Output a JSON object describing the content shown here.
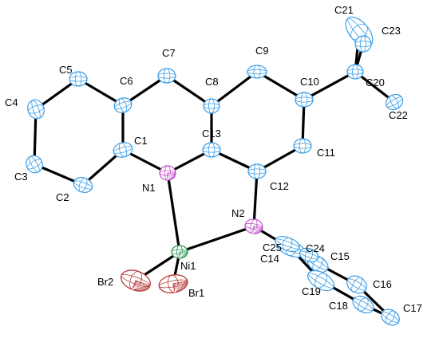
{
  "atoms": [
    {
      "id": "C1",
      "label": "C1",
      "element": "C"
    },
    {
      "id": "C2",
      "label": "C2",
      "element": "C"
    },
    {
      "id": "C3",
      "label": "C3",
      "element": "C"
    },
    {
      "id": "C4",
      "label": "C4",
      "element": "C"
    },
    {
      "id": "C5",
      "label": "C5",
      "element": "C"
    },
    {
      "id": "C6",
      "label": "C6",
      "element": "C"
    },
    {
      "id": "C7",
      "label": "C7",
      "element": "C"
    },
    {
      "id": "C8",
      "label": "C8",
      "element": "C"
    },
    {
      "id": "C9",
      "label": "C9",
      "element": "C"
    },
    {
      "id": "C10",
      "label": "C10",
      "element": "C"
    },
    {
      "id": "C11",
      "label": "C11",
      "element": "C"
    },
    {
      "id": "C12",
      "label": "C12",
      "element": "C"
    },
    {
      "id": "C13",
      "label": "C13",
      "element": "C"
    },
    {
      "id": "N1",
      "label": "N1",
      "element": "N"
    },
    {
      "id": "N2",
      "label": "N2",
      "element": "N"
    },
    {
      "id": "C20",
      "label": "C20",
      "element": "C"
    },
    {
      "id": "C21",
      "label": "C21",
      "element": "C"
    },
    {
      "id": "C22",
      "label": "C22",
      "element": "C"
    },
    {
      "id": "C23",
      "label": "C23",
      "element": "C"
    },
    {
      "id": "Ni1",
      "label": "Ni1",
      "element": "Ni"
    },
    {
      "id": "Br1",
      "label": "Br1",
      "element": "Br"
    },
    {
      "id": "Br2",
      "label": "Br2",
      "element": "Br"
    },
    {
      "id": "C14",
      "label": "C14",
      "element": "C"
    },
    {
      "id": "C15",
      "label": "C15",
      "element": "C"
    },
    {
      "id": "C16",
      "label": "C16",
      "element": "C"
    },
    {
      "id": "C17",
      "label": "C17",
      "element": "C"
    },
    {
      "id": "C18",
      "label": "C18",
      "element": "C"
    },
    {
      "id": "C19",
      "label": "C19",
      "element": "C"
    },
    {
      "id": "C24",
      "label": "C24",
      "element": "C"
    },
    {
      "id": "C25",
      "label": "C25",
      "element": "C"
    }
  ],
  "bonds": [
    [
      "C1",
      "C2"
    ],
    [
      "C2",
      "C3"
    ],
    [
      "C3",
      "C4"
    ],
    [
      "C4",
      "C5"
    ],
    [
      "C5",
      "C6"
    ],
    [
      "C6",
      "C1"
    ],
    [
      "C6",
      "C7"
    ],
    [
      "C7",
      "C8"
    ],
    [
      "C8",
      "C13"
    ],
    [
      "C13",
      "N1"
    ],
    [
      "N1",
      "C1"
    ],
    [
      "C8",
      "C9"
    ],
    [
      "C9",
      "C10"
    ],
    [
      "C10",
      "C11"
    ],
    [
      "C11",
      "C12"
    ],
    [
      "C12",
      "C13"
    ],
    [
      "C10",
      "C20"
    ],
    [
      "C20",
      "C21"
    ],
    [
      "C20",
      "C22"
    ],
    [
      "C20",
      "C23"
    ],
    [
      "C12",
      "N2"
    ],
    [
      "N2",
      "C14"
    ],
    [
      "N1",
      "Ni1"
    ],
    [
      "N2",
      "Ni1"
    ],
    [
      "Ni1",
      "Br1"
    ],
    [
      "Ni1",
      "Br2"
    ],
    [
      "C14",
      "C15"
    ],
    [
      "C15",
      "C16"
    ],
    [
      "C16",
      "C17"
    ],
    [
      "C17",
      "C18"
    ],
    [
      "C18",
      "C19"
    ],
    [
      "C19",
      "C14"
    ]
  ],
  "colors": {
    "carbon": "#3a9ee8",
    "nitrogen": "#c24fc6",
    "bromine": "#b83a38",
    "nickel": "#2f9a5a",
    "bond": "#000000"
  }
}
